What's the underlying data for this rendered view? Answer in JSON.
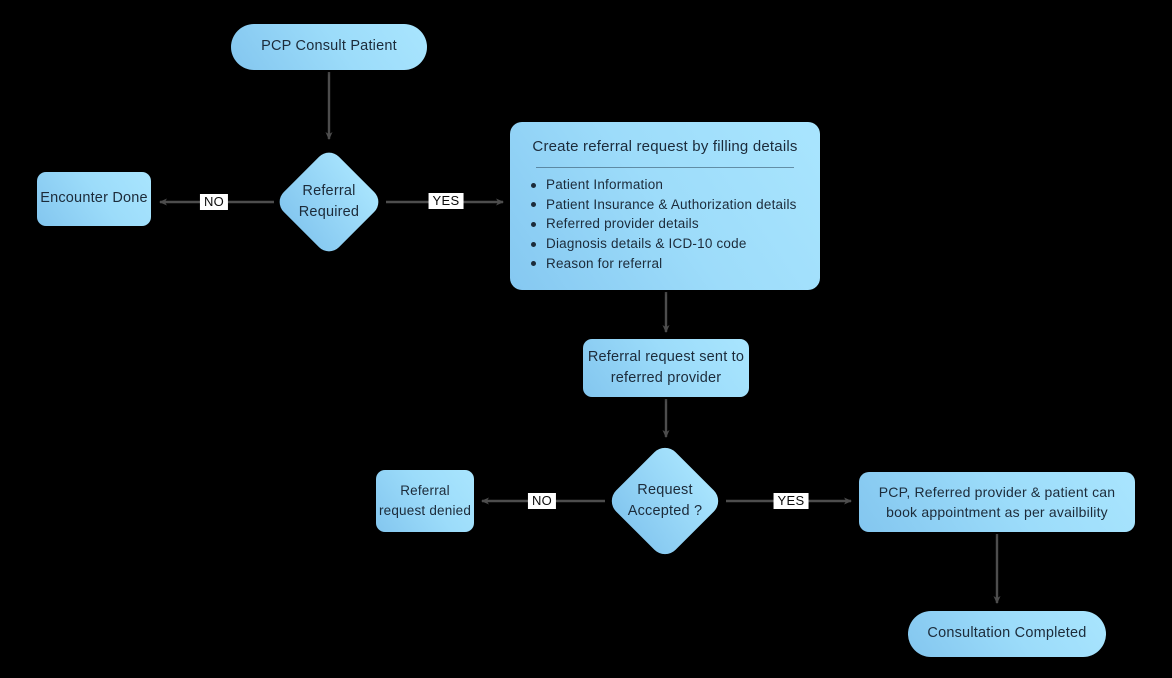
{
  "diagram": {
    "title": "PCP referral workflow flowchart",
    "palette": {
      "background": "#000000",
      "node_fill_dark": "#83c6ef",
      "node_fill_light": "#a9e5fe",
      "node_text": "#1c2b3a",
      "connector": "#4d4d4d",
      "edge_label_bg": "#ffffff",
      "edge_label_text": "#0c0c0c"
    },
    "nodes": {
      "start": {
        "label": "PCP Consult Patient"
      },
      "referral_required": {
        "label": "Referral Required"
      },
      "encounter_done": {
        "label": "Encounter Done"
      },
      "create_request": {
        "title": "Create referral request by filling details",
        "bullets": [
          "Patient Information",
          "Patient Insurance & Authorization details",
          "Referred provider details",
          "Diagnosis details & ICD-10 code",
          "Reason for referral"
        ]
      },
      "request_sent": {
        "label": "Referral request sent to referred provider"
      },
      "request_accepted": {
        "label": "Request Accepted ?"
      },
      "request_denied": {
        "label": "Referral request denied"
      },
      "book_appointment": {
        "label": "PCP, Referred provider & patient can book appointment as per availbility"
      },
      "consultation_completed": {
        "label": "Consultation Completed"
      }
    },
    "edge_labels": {
      "referral_no": "NO",
      "referral_yes": "YES",
      "accepted_no": "NO",
      "accepted_yes": "YES"
    }
  }
}
